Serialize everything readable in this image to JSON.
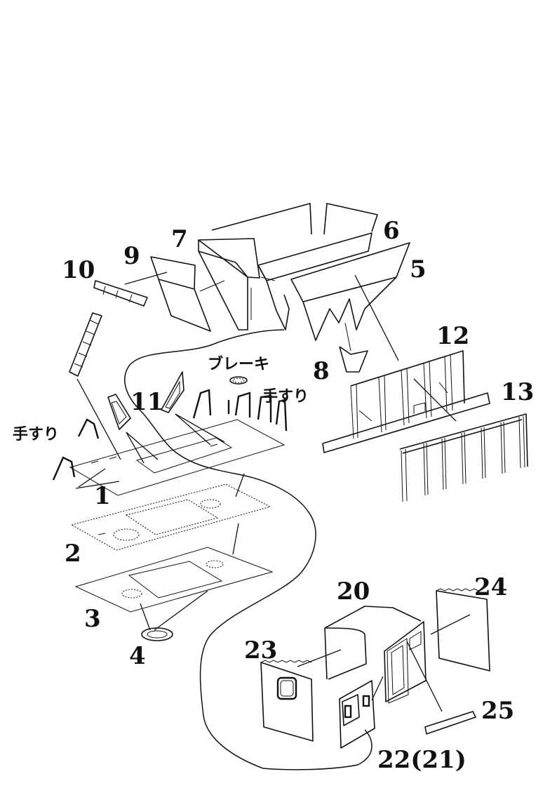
{
  "labels": {
    "l1": "1",
    "l2": "2",
    "l3": "3",
    "l4": "4",
    "l5": "5",
    "l6": "6",
    "l7": "7",
    "l8": "8",
    "l9": "9",
    "l10": "10",
    "l11": "11",
    "l12": "12",
    "l13": "13",
    "l20": "20",
    "l22": "22(21)",
    "l23": "23",
    "l24": "24",
    "l25": "25",
    "brake": "ブレーキ",
    "handrail_left": "手すり",
    "handrail_right": "手すり"
  }
}
